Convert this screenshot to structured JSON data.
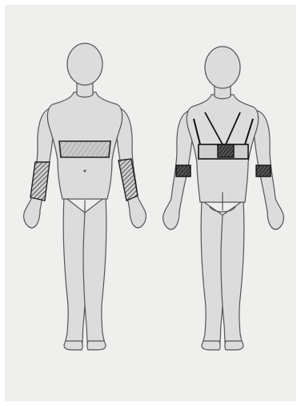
{
  "sheet": {
    "paper_color": "#efefed",
    "frame_color": "#ffffff"
  },
  "figures": [
    {
      "view": "front",
      "skin_color": "#dcdcdc",
      "outline_color": "#555555"
    },
    {
      "view": "back",
      "skin_color": "#dcdcdc",
      "outline_color": "#555555"
    }
  ],
  "markings": {
    "hatch_color": "#333333",
    "band_fill": "#c9c9c9",
    "strap_color": "#111111",
    "front": [
      "chest-band",
      "left-forearm-band",
      "right-forearm-band"
    ],
    "back": [
      "upper-back-band",
      "center-back-pad",
      "shoulder-straps",
      "left-wrist-band",
      "right-wrist-band"
    ]
  }
}
